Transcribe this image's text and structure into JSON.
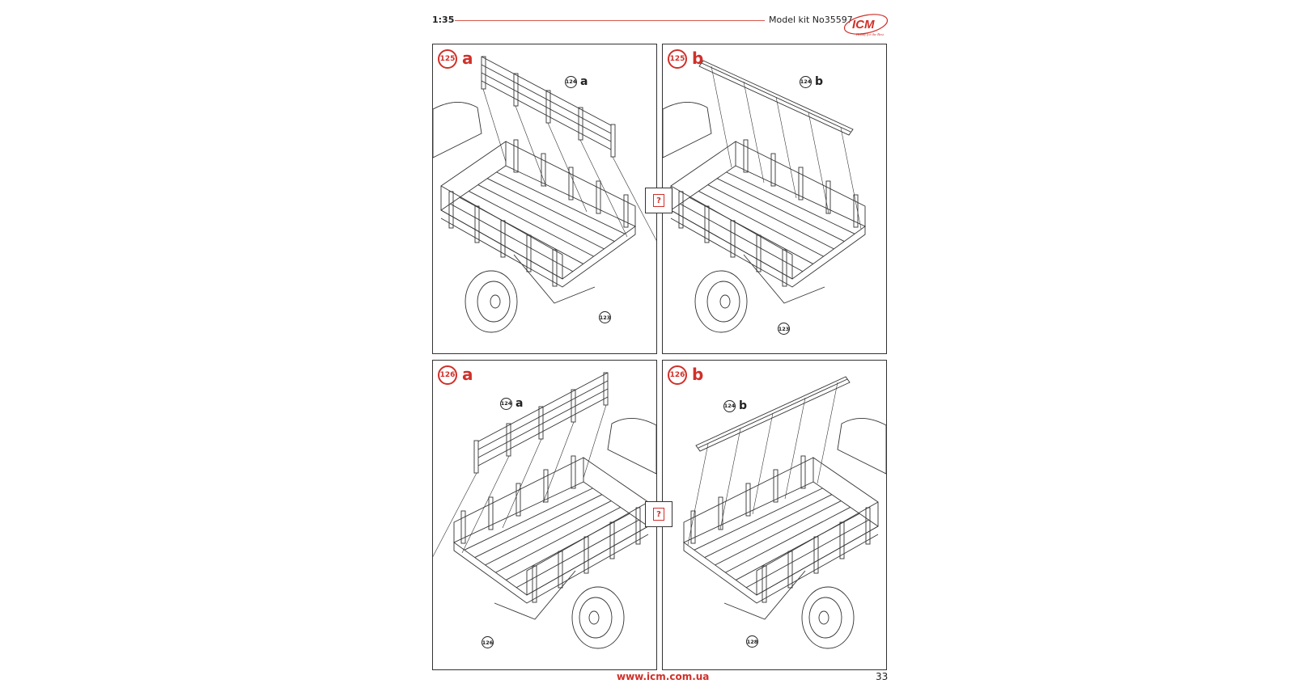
{
  "header": {
    "scale": "1:35",
    "model_kit": "Model kit No35597",
    "logo_text": "ICM",
    "logo_tagline": "Hobby for the Best"
  },
  "colors": {
    "accent": "#d0302a",
    "rule": "#d6584a"
  },
  "panels": [
    {
      "step": "125",
      "variant": "a",
      "part_ref": "124",
      "part_variant": "a",
      "base_ref": "123"
    },
    {
      "step": "125",
      "variant": "b",
      "part_ref": "124",
      "part_variant": "b",
      "base_ref": "123"
    },
    {
      "step": "126",
      "variant": "a",
      "part_ref": "124",
      "part_variant": "a",
      "base_ref": "126"
    },
    {
      "step": "126",
      "variant": "b",
      "part_ref": "124",
      "part_variant": "b",
      "base_ref": "128"
    }
  ],
  "choice_marker": "?",
  "footer": {
    "url": "www.icm.com.ua",
    "page_number": "33"
  }
}
